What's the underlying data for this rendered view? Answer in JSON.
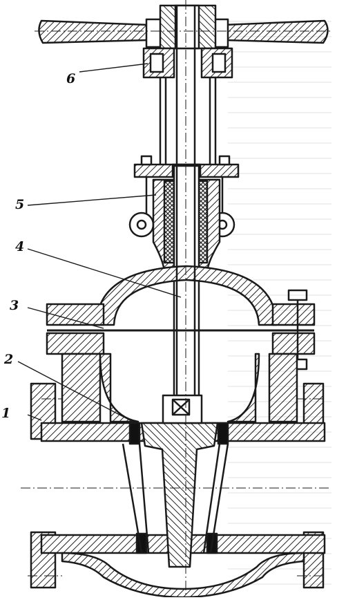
{
  "diagram": {
    "callouts": [
      {
        "id": "1",
        "label": "1"
      },
      {
        "id": "2",
        "label": "2"
      },
      {
        "id": "3",
        "label": "3"
      },
      {
        "id": "4",
        "label": "4"
      },
      {
        "id": "5",
        "label": "5"
      },
      {
        "id": "6",
        "label": "6"
      }
    ],
    "colors": {
      "ink": "#1a1a1a",
      "paper": "#ffffff"
    }
  }
}
